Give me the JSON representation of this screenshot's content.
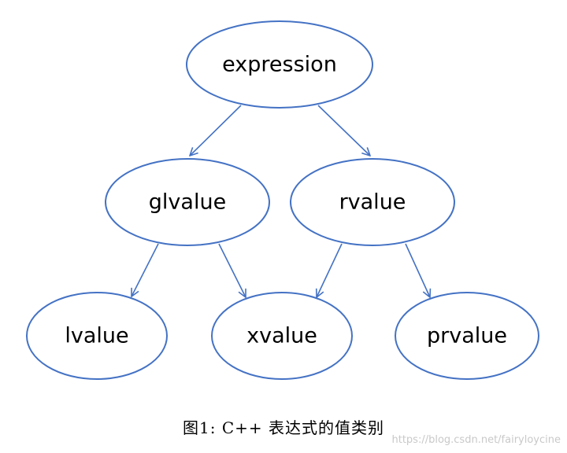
{
  "diagram": {
    "nodes": {
      "expression": "expression",
      "glvalue": "glvalue",
      "rvalue": "rvalue",
      "lvalue": "lvalue",
      "xvalue": "xvalue",
      "prvalue": "prvalue"
    },
    "edges": [
      {
        "from": "expression",
        "to": "glvalue"
      },
      {
        "from": "expression",
        "to": "rvalue"
      },
      {
        "from": "glvalue",
        "to": "lvalue"
      },
      {
        "from": "glvalue",
        "to": "xvalue"
      },
      {
        "from": "rvalue",
        "to": "xvalue"
      },
      {
        "from": "rvalue",
        "to": "prvalue"
      }
    ],
    "stroke_color": "#4472c4"
  },
  "caption": "图1: C++ 表达式的值类别",
  "watermark": "https://blog.csdn.net/fairyloycine"
}
